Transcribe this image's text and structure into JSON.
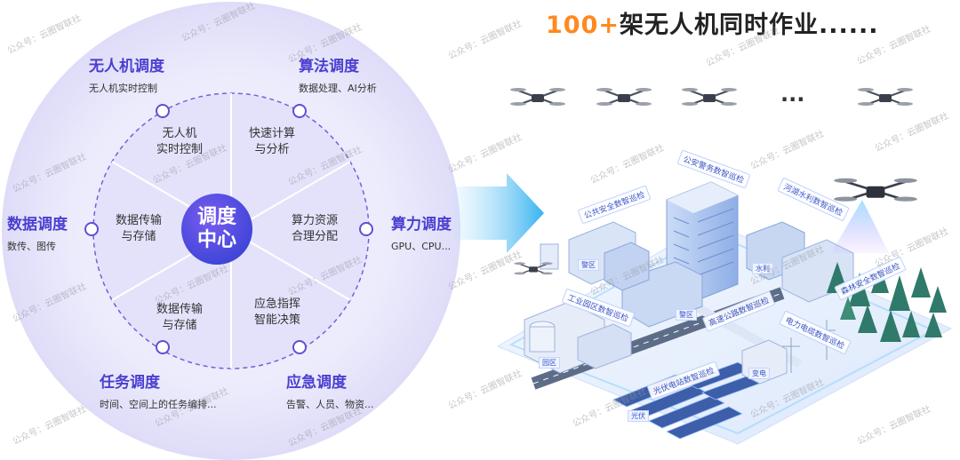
{
  "headline": {
    "number": "100+",
    "rest": "架无人机同时作业......"
  },
  "center": {
    "line1": "调度",
    "line2": "中心"
  },
  "outer_nodes": [
    {
      "title": "无人机调度",
      "sub": "无人机实时控制"
    },
    {
      "title": "算法调度",
      "sub": "数据处理、AI分析"
    },
    {
      "title": "算力调度",
      "sub": "GPU、CPU..."
    },
    {
      "title": "应急调度",
      "sub": "告警、人员、物资..."
    },
    {
      "title": "任务调度",
      "sub": "时间、空间上的任务编排..."
    },
    {
      "title": "数据调度",
      "sub": "数传、图传"
    }
  ],
  "inner_segments": [
    {
      "line1": "无人机",
      "line2": "实时控制"
    },
    {
      "line1": "快速计算",
      "line2": "与分析"
    },
    {
      "line1": "算力资源",
      "line2": "合理分配"
    },
    {
      "line1": "应急指挥",
      "line2": "智能决策"
    },
    {
      "line1": "数据传输",
      "line2": "与存储"
    },
    {
      "line1": "数据传输",
      "line2": "与存储"
    }
  ],
  "drones_ellipsis": "...",
  "city_tags": [
    "公安警务数智巡检",
    "公共安全数智巡检",
    "河湖水利数智巡检",
    "森林安全数智巡检",
    "工业园区数智巡检",
    "高速公路数智巡检",
    "电力电缆数智巡检",
    "光伏电站数智巡检"
  ],
  "city_small_labels": [
    "警区",
    "水利",
    "园区",
    "警区",
    "光伏",
    "变电"
  ],
  "watermark": "公众号：云圈智联社",
  "colors": {
    "accent": "#4b3fd0",
    "orange": "#ff8a1f",
    "hub_bg": "#e9e8fb",
    "arrow": "#3fb6f0"
  }
}
